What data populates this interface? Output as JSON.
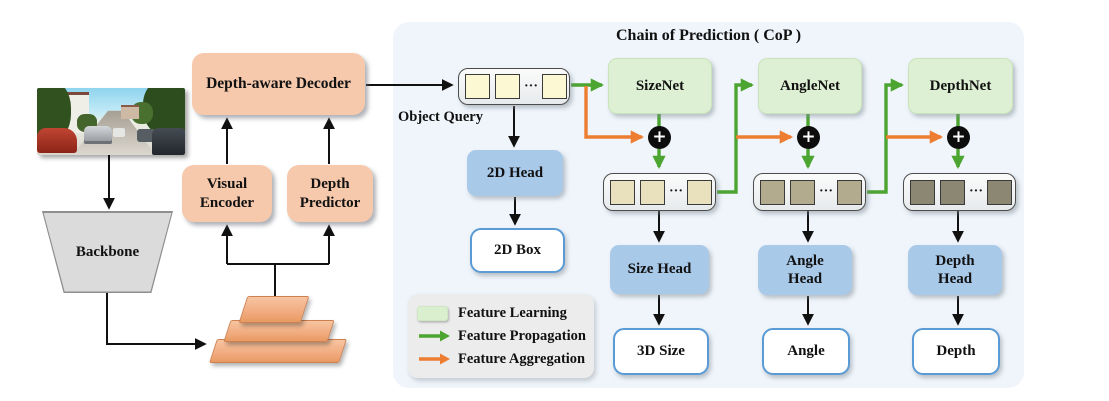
{
  "cop": {
    "title": "Chain of Prediction ( CoP )",
    "two_d_head": "2D Head",
    "two_d_box": "2D Box",
    "plus": "+",
    "columns": [
      {
        "net": "SizeNet",
        "head": [
          "Size Head"
        ],
        "output": "3D Size"
      },
      {
        "net": "AngleNet",
        "head": [
          "Angle",
          "Head"
        ],
        "output": "Angle"
      },
      {
        "net": "DepthNet",
        "head": [
          "Depth",
          "Head"
        ],
        "output": "Depth"
      }
    ]
  },
  "pipeline": {
    "decoder": "Depth-aware Decoder",
    "visual_encoder": [
      "Visual",
      "Encoder"
    ],
    "depth_predictor": [
      "Depth",
      "Predictor"
    ],
    "backbone": "Backbone",
    "object_query": "Object Query",
    "dots": "···"
  },
  "legend": {
    "items": [
      {
        "icon": "feature-learning-swatch",
        "label": "Feature Learning"
      },
      {
        "icon": "feature-propagation-arrow",
        "label": "Feature Propagation"
      },
      {
        "icon": "feature-aggregation-arrow",
        "label": "Feature Aggregation"
      }
    ]
  },
  "colors": {
    "panel_bg": "#EFF5FB",
    "module_salmon": "#F6C9AC",
    "net_green": "#DDF0D3",
    "head_blue": "#A9C9E9",
    "output_border_blue": "#5B9BD5",
    "backbone_gray": "#DBDBDB",
    "arrow_black": "#111111",
    "arrow_green": "#4CA431",
    "arrow_orange": "#ED7D31",
    "token_query": "#FCF8D3",
    "token_size": "#E9E1BE",
    "token_angle": "#B2AB8D",
    "token_depth": "#8C8772",
    "legend_bg": "#ECECEC",
    "legend_swatch": "#D9EFCE"
  }
}
